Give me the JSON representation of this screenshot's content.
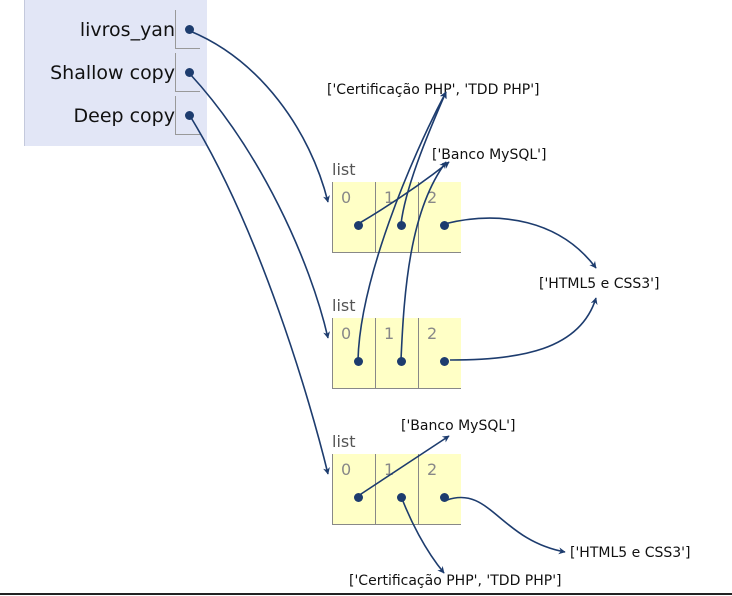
{
  "frame": {
    "rows": [
      {
        "label": "livros_yan"
      },
      {
        "label": "Shallow copy"
      },
      {
        "label": "Deep copy"
      }
    ]
  },
  "lists": [
    {
      "title": "list",
      "indices": [
        "0",
        "1",
        "2"
      ]
    },
    {
      "title": "list",
      "indices": [
        "0",
        "1",
        "2"
      ]
    },
    {
      "title": "list",
      "indices": [
        "0",
        "1",
        "2"
      ]
    }
  ],
  "objects": {
    "cert_shared": "['Certificação PHP', 'TDD PHP']",
    "mysql_shared": "['Banco MySQL']",
    "html_shared": "['HTML5 e CSS3']",
    "mysql_deep": "['Banco MySQL']",
    "html_deep": "['HTML5 e CSS3']",
    "cert_deep": "['Certificação PHP', 'TDD PHP']"
  },
  "colors": {
    "frame_bg": "#e2e6f6",
    "list_bg": "#ffffc6",
    "arrow": "#1d3c6e"
  }
}
